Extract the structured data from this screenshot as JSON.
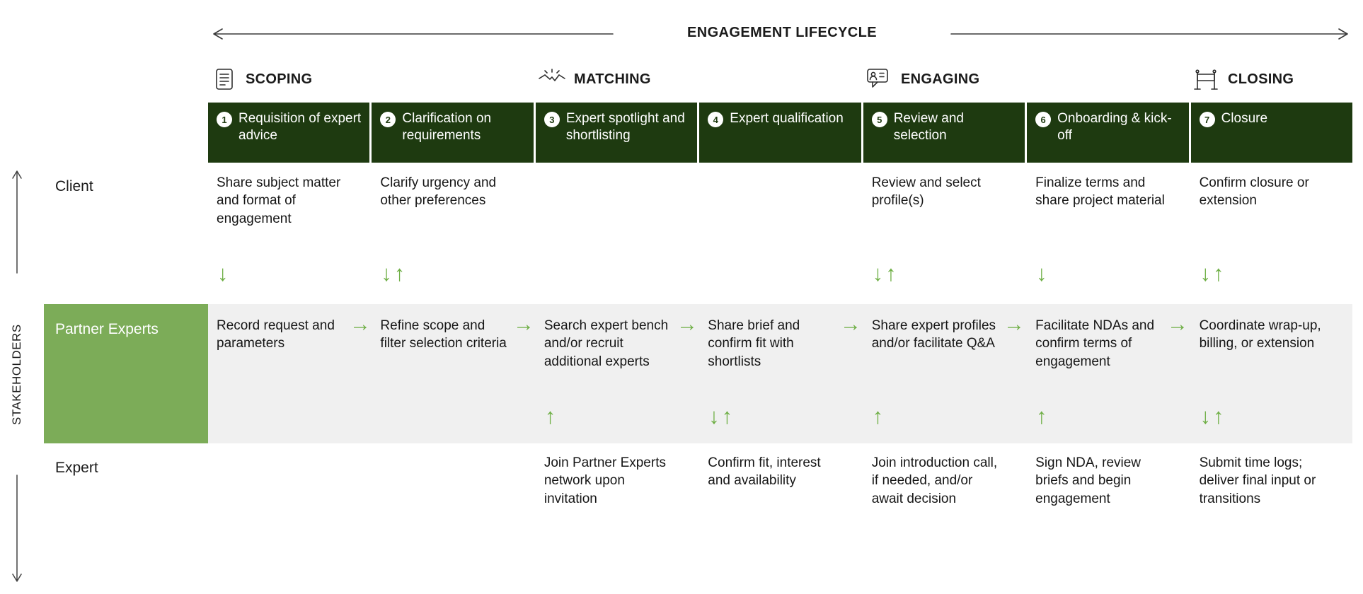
{
  "header": {
    "title": "ENGAGEMENT LIFECYCLE"
  },
  "stakeholders": {
    "label": "STAKEHOLDERS"
  },
  "icons": {
    "down": "↓",
    "up": "↑",
    "right": "→"
  },
  "phases": [
    {
      "label": "SCOPING",
      "icon": "scroll-icon"
    },
    {
      "label": "MATCHING",
      "icon": "handshake-icon"
    },
    {
      "label": "ENGAGING",
      "icon": "conversation-icon"
    },
    {
      "label": "CLOSING",
      "icon": "banner-icon"
    }
  ],
  "steps": [
    {
      "number": "1",
      "label": "Requisition of expert advice"
    },
    {
      "number": "2",
      "label": "Clarification on requirements"
    },
    {
      "number": "3",
      "label": "Expert spotlight and shortlisting"
    },
    {
      "number": "4",
      "label": "Expert qualification"
    },
    {
      "number": "5",
      "label": "Review and selection"
    },
    {
      "number": "6",
      "label": "Onboarding & kick-off"
    },
    {
      "number": "7",
      "label": "Closure"
    }
  ],
  "client": {
    "label": "Client",
    "cells": [
      "Share subject matter and format of engagement",
      "Clarify urgency and other preferences",
      "",
      "",
      "Review and select profile(s)",
      "Finalize terms and share project material",
      "Confirm closure or extension"
    ]
  },
  "partner": {
    "label": "Partner Experts",
    "cells": [
      "Record request and parameters",
      "Refine scope and filter selection criteria",
      "Search expert bench and/or recruit additional experts",
      "Share brief and confirm fit with shortlists",
      "Share expert profiles and/or facilitate Q&A",
      "Facilitate NDAs and confirm terms of engagement",
      "Coordinate wrap-up, billing, or extension"
    ]
  },
  "expert": {
    "label": "Expert",
    "cells": [
      "",
      "",
      "Join Partner Experts network upon invitation",
      "Confirm fit, interest and availability",
      "Join introduction call, if needed, and/or await decision",
      "Sign NDA, review briefs and begin engagement",
      "Submit time logs; deliver final input or transitions"
    ]
  },
  "flows": {
    "client_partner": [
      "down",
      "down up",
      null,
      null,
      "down up",
      "down",
      "down up"
    ],
    "partner_expert": [
      null,
      null,
      "up",
      "down up",
      "up",
      "up",
      "down up"
    ],
    "partner_sequence": "right arrows between all seven partner steps"
  },
  "colors": {
    "dark_green": "#1e3a10",
    "medium_green": "#7cac58",
    "arrow_green": "#6faf46",
    "band_gray": "#f0f0f0"
  }
}
